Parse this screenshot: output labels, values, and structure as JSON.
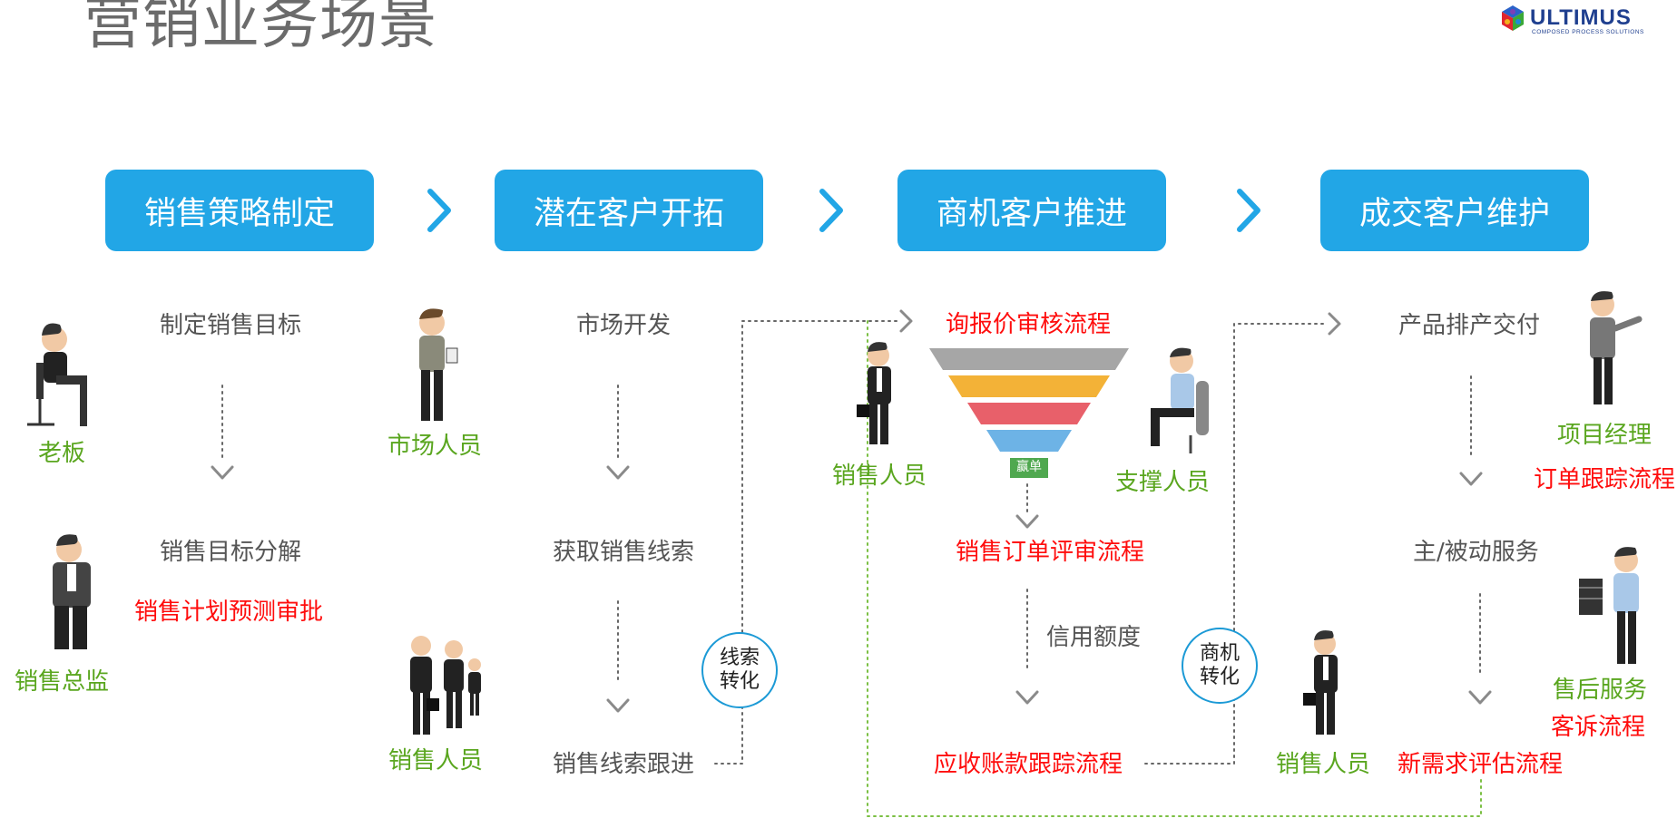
{
  "page": {
    "title": "营销业务场景"
  },
  "logo": {
    "name": "ULTIMUS",
    "tagline": "COMPOSED PROCESS SOLUTIONS"
  },
  "stages": [
    {
      "label": "销售策略制定"
    },
    {
      "label": "潜在客户开拓"
    },
    {
      "label": "商机客户推进"
    },
    {
      "label": "成交客户维护"
    }
  ],
  "col1": {
    "step1": "制定销售目标",
    "step2": "销售目标分解",
    "process": "销售计划预测审批",
    "role_boss": "老板",
    "role_director": "销售总监"
  },
  "col2": {
    "step1": "市场开发",
    "step2": "获取销售线索",
    "step3": "销售线索跟进",
    "role_market": "市场人员",
    "role_sales": "销售人员",
    "conversion": "线索\n转化"
  },
  "col3": {
    "process1": "询报价审核流程",
    "funnel_label": "赢单",
    "process2": "销售订单评审流程",
    "step_credit": "信用额度",
    "process3": "应收账款跟踪流程",
    "role_sales": "销售人员",
    "role_support": "支撑人员",
    "conversion": "商机\n转化"
  },
  "col4": {
    "step1": "产品排产交付",
    "step2": "主/被动服务",
    "process1": "订单跟踪流程",
    "process2": "客诉流程",
    "process3": "新需求评估流程",
    "role_pm": "项目经理",
    "role_aftersales": "售后服务",
    "role_sales": "销售人员"
  },
  "colors": {
    "stage_blue": "#22a6e6",
    "process_red": "#ff0d0d",
    "role_green": "#5aa61f",
    "step_gray": "#555555"
  }
}
